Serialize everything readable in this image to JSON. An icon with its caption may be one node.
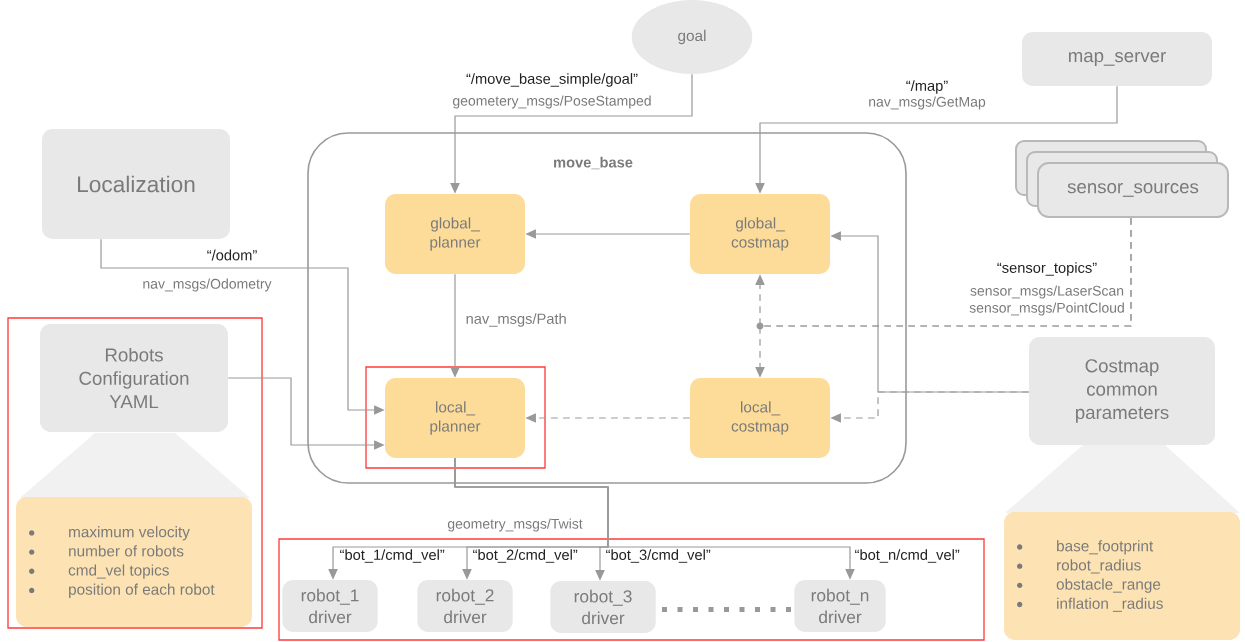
{
  "diagram": {
    "nodes": [
      {
        "text": [
          "move_base"
        ]
      },
      {
        "text": [
          "global_ planner"
        ],
        "in": 0
      },
      {
        "text": [
          "global_ costmap"
        ],
        "in": 0
      },
      {
        "text": [
          "local_ planner"
        ],
        "in": 0
      },
      {
        "text": [
          "local_ costmap"
        ],
        "in": 0
      },
      {
        "text": [
          "goal"
        ]
      },
      {
        "text": [
          "map_server"
        ]
      },
      {
        "text": [
          "sensor_sources"
        ]
      },
      {
        "text": [
          "Localization"
        ]
      },
      {
        "text": [
          "Robots Configuration YAML"
        ]
      },
      {
        "text": [
          "maximum velocity",
          "number of robots",
          "cmd_vel topics",
          "position of each robot"
        ]
      },
      {
        "text": [
          "Costmap common parameters"
        ]
      },
      {
        "text": [
          "base_footprint",
          "robot_radius",
          "obstacle_range",
          "inflation _radius"
        ]
      },
      {
        "text": [
          "robot_1 driver"
        ]
      },
      {
        "text": [
          "robot_2 driver"
        ]
      },
      {
        "text": [
          "robot_3 driver"
        ]
      },
      {
        "text": [
          "robot_n driver"
        ]
      }
    ],
    "edges": [
      {
        "from": 5,
        "to": 1,
        "arrow": "to",
        "label": "“/move_base_simple/goal”"
      },
      {
        "from": 6,
        "to": 2,
        "arrow": "to",
        "label": "“/map”"
      },
      {
        "from": 2,
        "to": 1,
        "arrow": "to"
      },
      {
        "from": 1,
        "to": 3,
        "arrow": "to",
        "label": "nav_msgs/Path"
      },
      {
        "from": 8,
        "to": 3,
        "arrow": "to",
        "label": "“/odom”"
      },
      {
        "from": 9,
        "to": 3,
        "arrow": "to"
      },
      {
        "from": 4,
        "to": 3,
        "arrow": "to",
        "style": "dashed"
      },
      {
        "from": 7,
        "to": 2,
        "arrow": "to",
        "style": "dashed",
        "label": "“sensor_topics”"
      },
      {
        "from": 7,
        "to": 4,
        "arrow": "to",
        "style": "dashed"
      },
      {
        "from": 11,
        "to": 2,
        "arrow": "to"
      },
      {
        "from": 11,
        "to": 4,
        "arrow": "to",
        "style": "dashed"
      },
      {
        "from": 3,
        "to": 13,
        "arrow": "to",
        "label": "“bot_1/cmd_vel”"
      },
      {
        "from": 3,
        "to": 14,
        "arrow": "to",
        "label": "“bot_2/cmd_vel”"
      },
      {
        "from": 3,
        "to": 15,
        "arrow": "to",
        "label": "“bot_3/cmd_vel”"
      },
      {
        "from": 3,
        "to": 16,
        "arrow": "to",
        "label": "“bot_n/cmd_vel”"
      }
    ],
    "labels": [
      "geometery_msgs/PoseStamped",
      "nav_msgs/GetMap",
      "nav_msgs/Odometry",
      "sensor_msgs/LaserScan",
      "sensor_msgs/PointCloud",
      "geometry_msgs/Twist"
    ]
  }
}
